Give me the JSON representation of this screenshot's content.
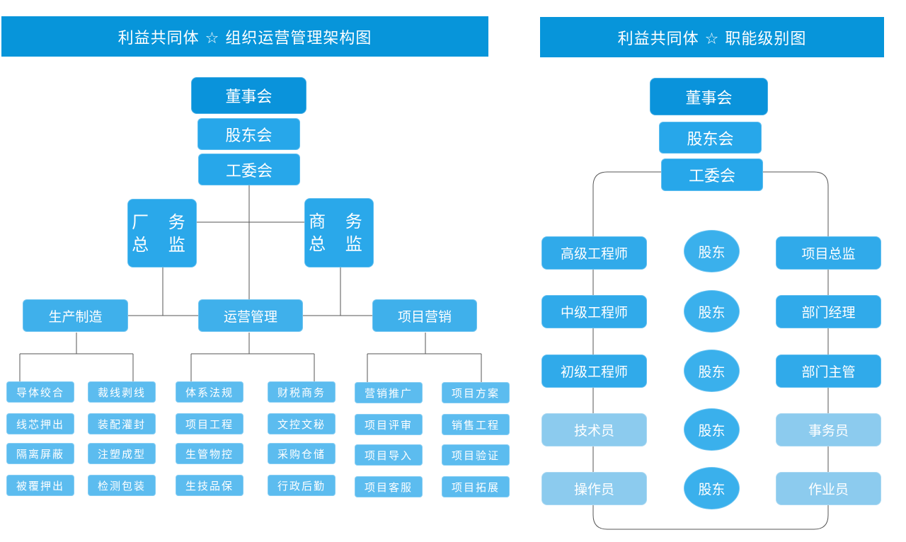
{
  "left": {
    "title": "利益共同体 ☆ 组织运营管理架构图",
    "board": "董事会",
    "shareholders": "股东会",
    "union": "工委会",
    "factory_director": "厂 务\n总 监",
    "business_director": "商 务\n总 监",
    "departments": [
      "生产制造",
      "运营管理",
      "项目营销"
    ],
    "production_items": [
      "导体绞合",
      "裁线剥线",
      "线芯押出",
      "装配灌封",
      "隔离屏蔽",
      "注塑成型",
      "被覆押出",
      "检测包装"
    ],
    "operations_items": [
      "体系法规",
      "财税商务",
      "项目工程",
      "文控文秘",
      "生管物控",
      "采购仓储",
      "生技品保",
      "行政后勤"
    ],
    "marketing_items": [
      "营销推广",
      "项目方案",
      "项目评审",
      "销售工程",
      "项目导入",
      "项目验证",
      "项目客服",
      "项目拓展"
    ]
  },
  "right": {
    "title": "利益共同体 ☆ 职能级别图",
    "board": "董事会",
    "shareholders": "股东会",
    "union": "工委会",
    "engineers": [
      "高级工程师",
      "中级工程师",
      "初级工程师",
      "技术员",
      "操作员"
    ],
    "shareholder_nodes": [
      "股东",
      "股东",
      "股东",
      "股东",
      "股东"
    ],
    "managers": [
      "项目总监",
      "部门经理",
      "部门主管",
      "事务员",
      "作业员"
    ]
  },
  "colors": {
    "banner": "#0795da",
    "node_dark": "#0a93db",
    "node_mid": "#27a7ea",
    "leaf": "#5cbcef",
    "node_light": "#8ccbee",
    "line": "#555555"
  }
}
